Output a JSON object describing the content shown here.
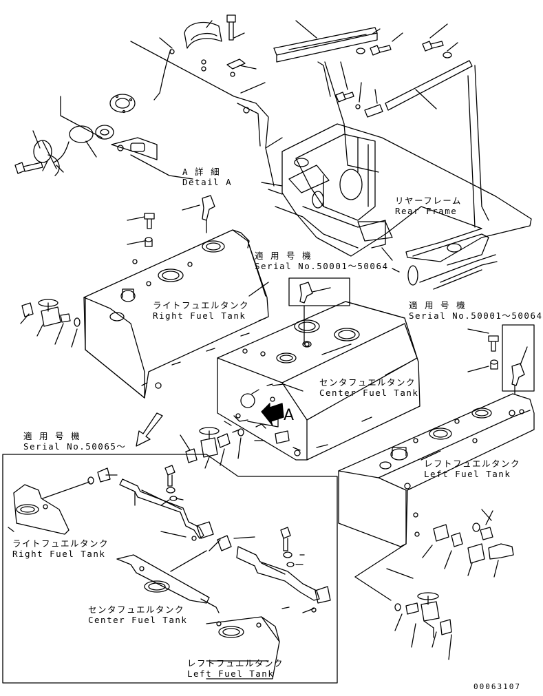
{
  "labels": {
    "detail_a_jp": "A 詳 細",
    "detail_a_en": "Detail A",
    "rear_frame_jp": "リヤーフレーム",
    "rear_frame_en": "Rear Frame",
    "serial_upper_jp": "適 用 号 機",
    "serial_upper_en": "Serial No.50001～50064",
    "serial_right_jp": "適 用 号 機",
    "serial_right_en": "Serial No.50001～50064",
    "serial_lower_jp": "適 用 号 機",
    "serial_lower_en": "Serial No.50065～",
    "right_tank_jp": "ライトフュエルタンク",
    "right_tank_en": "Right Fuel Tank",
    "center_tank_jp": "センタフュエルタンク",
    "center_tank_en": "Center Fuel Tank",
    "left_tank_jp": "レフトフュエルタンク",
    "left_tank_en": "Left Fuel Tank",
    "inset_right_jp": "ライトフュエルタンク",
    "inset_right_en": "Right Fuel Tank",
    "inset_center_jp": "センタフュエルタンク",
    "inset_center_en": "Center Fuel Tank",
    "inset_left_jp": "レフトフュエルタンク",
    "inset_left_en": "Left Fuel Tank",
    "view_marker": "A",
    "drawing_number": "00063107"
  }
}
